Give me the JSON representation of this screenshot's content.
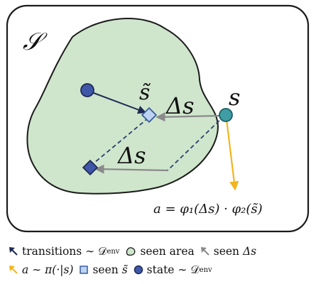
{
  "diagram": {
    "space_label": "𝒮",
    "labels": {
      "s_tilde": "s̃",
      "delta_s_top": "Δs",
      "delta_s_bottom": "Δs",
      "s": "s",
      "action_formula": "a = φ₁(Δs) · φ₂(s̃)"
    },
    "colors": {
      "seen_area_fill": "#cfe6cc",
      "seen_area_stroke": "#1b1b1b",
      "state_fill": "#3f57a8",
      "state_stroke": "#1f2a55",
      "seen_s_tilde_fill": "#bcd3f2",
      "seen_s_tilde_stroke": "#3a5c9c",
      "current_state_fill": "#3f9ea5",
      "current_state_stroke": "#1e5e63",
      "transition_arrow": "#1f2a55",
      "seen_delta_s_arrow": "#8a8a8a",
      "action_arrow": "#f2b51f",
      "dashed_line": "#2d3f6e",
      "frame_stroke": "#1b1b1b"
    }
  },
  "legend": {
    "row1": {
      "transitions": {
        "icon": "transition-arrow-icon",
        "label": "transitions ∼ 𝒟",
        "sub": "env"
      },
      "seen_area": {
        "icon": "seen-area-icon",
        "label": "seen area"
      },
      "seen_delta_s": {
        "icon": "gray-arrow-icon",
        "label": "seen ",
        "math": "Δs"
      }
    },
    "row2": {
      "action": {
        "icon": "yellow-arrow-icon",
        "label": "a ∼ π(·|s)"
      },
      "seen_s_tilde": {
        "icon": "light-square-icon",
        "label": "seen ",
        "math": "s̃"
      },
      "state": {
        "icon": "state-circle-icon",
        "label": "state ∼ 𝒟",
        "sub": "env"
      }
    }
  }
}
